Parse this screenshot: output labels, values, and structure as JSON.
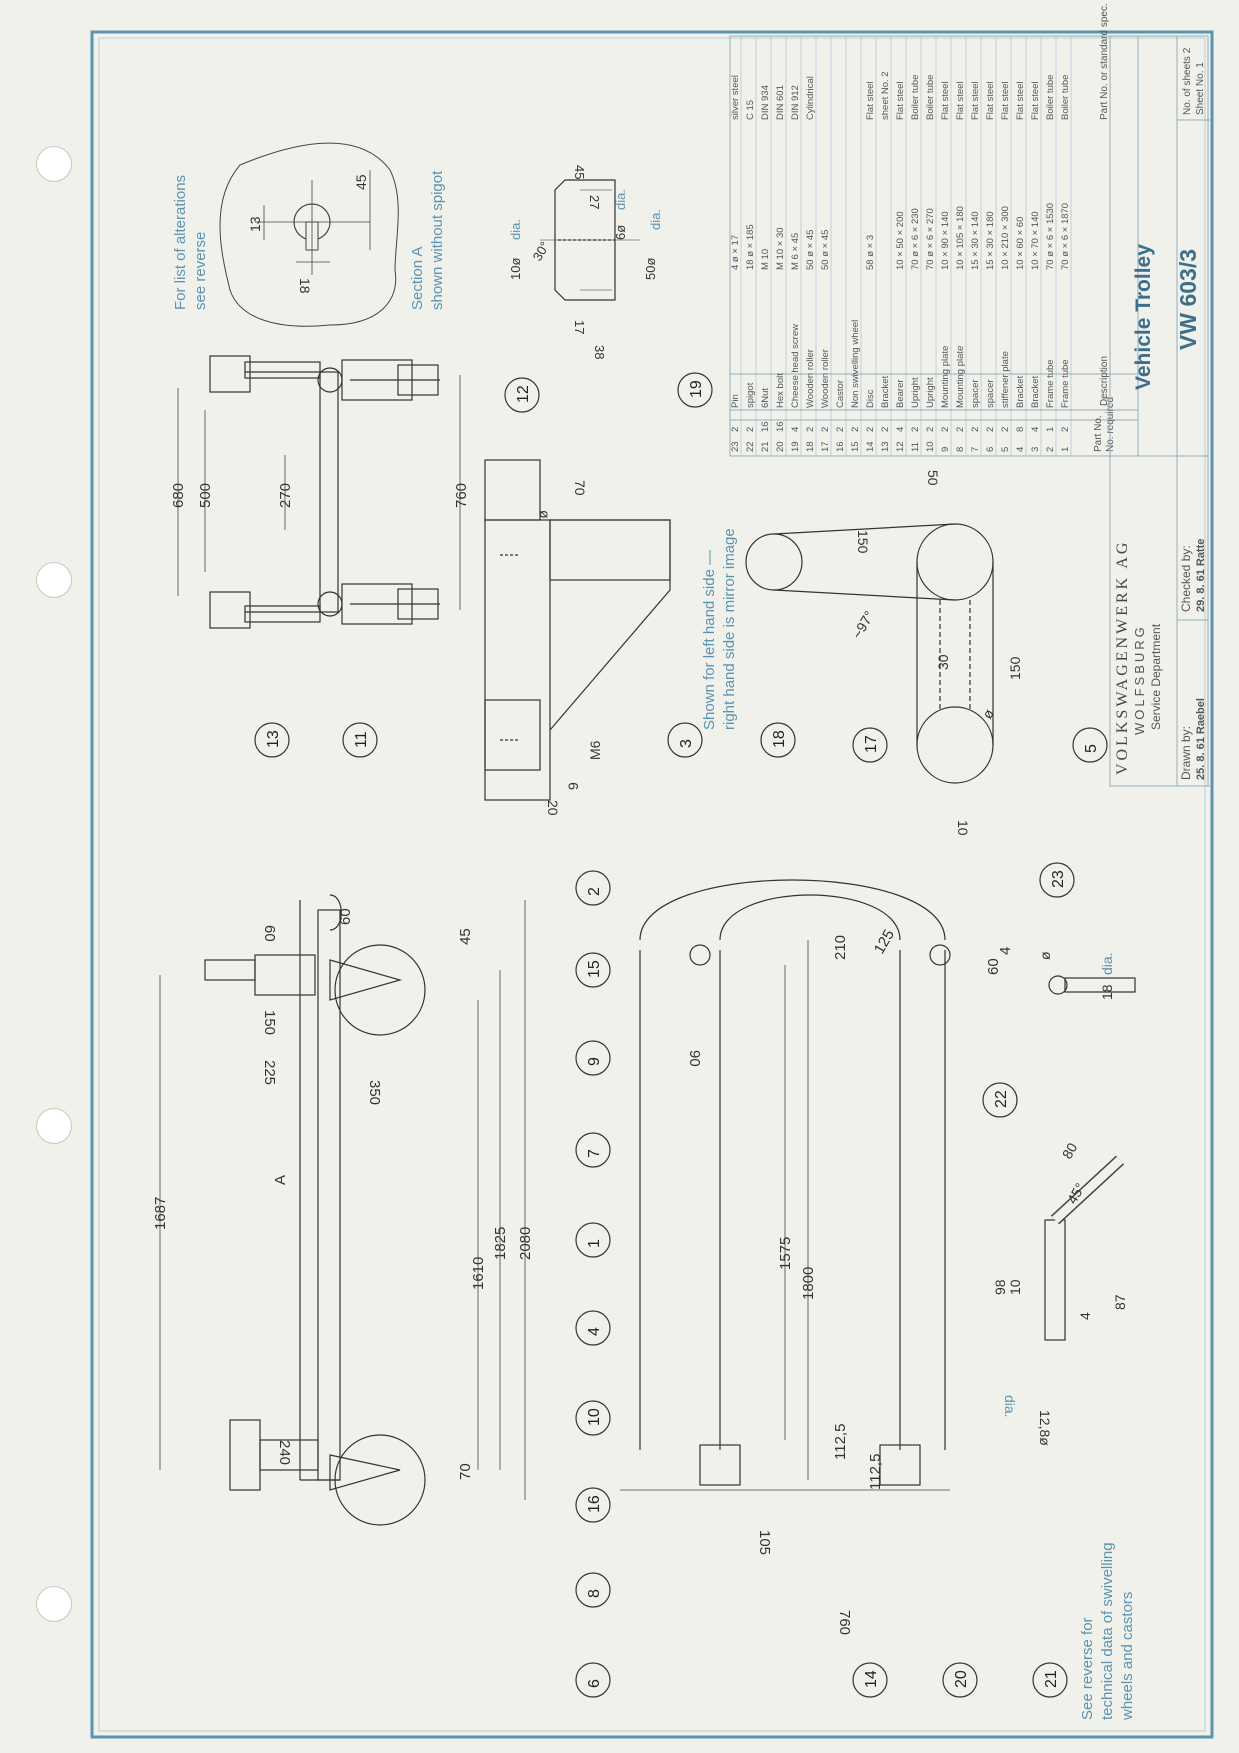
{
  "title_block": {
    "company": "VOLKSWAGENWERK AG",
    "city": "WOLFSBURG",
    "department": "Service Department",
    "title": "Vehicle Trolley",
    "number": "VW 603/3",
    "drawn_label": "Drawn by:",
    "drawn_value": "25. 8. 61 Raebel",
    "checked_label": "Checked by:",
    "checked_value": "29. 8. 61 Ratte",
    "sheets_label": "No. of sheets 2",
    "sheet_no_label": "Sheet No. 1"
  },
  "parts_header": {
    "part_no": "Part No.",
    "no_required": "No. required",
    "description": "Description",
    "part_spec": "Part No. or standard spec."
  },
  "parts": [
    {
      "part": "23",
      "qty": "2",
      "desc": "Pin",
      "dims": "4 ø × 17",
      "spec": "silver steel"
    },
    {
      "part": "22",
      "qty": "2",
      "desc": "spigot",
      "dims": "18 ø × 185",
      "spec": "C 15"
    },
    {
      "part": "21",
      "qty": "16",
      "desc": "6Nut",
      "dims": "M 10",
      "spec": "DIN 934"
    },
    {
      "part": "20",
      "qty": "16",
      "desc": "Hex bolt",
      "dims": "M 10 × 30",
      "spec": "DIN 601"
    },
    {
      "part": "19",
      "qty": "4",
      "desc": "Cheese head screw",
      "dims": "M 6 × 45",
      "spec": "DIN 912"
    },
    {
      "part": "18",
      "qty": "2",
      "desc": "Wooden roller",
      "dims": "50 ø × 45",
      "spec": "Cylindrical"
    },
    {
      "part": "17",
      "qty": "2",
      "desc": "Wooden roller",
      "dims": "50 ø × 45",
      "spec": ""
    },
    {
      "part": "16",
      "qty": "2",
      "desc": "Castor",
      "dims": "",
      "spec": ""
    },
    {
      "part": "15",
      "qty": "2",
      "desc": "Non swivelling wheel",
      "dims": "",
      "spec": ""
    },
    {
      "part": "14",
      "qty": "2",
      "desc": "Disc",
      "dims": "58 ø × 3",
      "spec": "Flat steel"
    },
    {
      "part": "13",
      "qty": "2",
      "desc": "Bracket",
      "dims": "",
      "spec": "sheet No. 2"
    },
    {
      "part": "12",
      "qty": "4",
      "desc": "Bearer",
      "dims": "10 × 50 × 200",
      "spec": "Flat steel"
    },
    {
      "part": "11",
      "qty": "2",
      "desc": "Upright",
      "dims": "70 ø × 6 × 230",
      "spec": "Boiler tube"
    },
    {
      "part": "10",
      "qty": "2",
      "desc": "Upright",
      "dims": "70 ø × 6 × 270",
      "spec": "Boiler tube"
    },
    {
      "part": "9",
      "qty": "2",
      "desc": "Mounting plate",
      "dims": "10 × 90 × 140",
      "spec": "Flat steel"
    },
    {
      "part": "8",
      "qty": "2",
      "desc": "Mounting plate",
      "dims": "10 × 105 × 180",
      "spec": "Flat steel"
    },
    {
      "part": "7",
      "qty": "2",
      "desc": "spacer",
      "dims": "15 × 30 × 140",
      "spec": "Flat steel"
    },
    {
      "part": "6",
      "qty": "2",
      "desc": "spacer",
      "dims": "15 × 30 × 180",
      "spec": "Flat steel"
    },
    {
      "part": "5",
      "qty": "2",
      "desc": "stiffener plate",
      "dims": "10 × 210 × 300",
      "spec": "Flat steel"
    },
    {
      "part": "4",
      "qty": "8",
      "desc": "Bracket",
      "dims": "10 × 60 × 60",
      "spec": "Flat steel"
    },
    {
      "part": "3",
      "qty": "4",
      "desc": "Bracket",
      "dims": "10 × 70 × 140",
      "spec": "Flat steel"
    },
    {
      "part": "2",
      "qty": "1",
      "desc": "Frame tube",
      "dims": "70 ø × 6 × 1530",
      "spec": "Boiler tube"
    },
    {
      "part": "1",
      "qty": "2",
      "desc": "Frame tube",
      "dims": "70 ø × 6 × 1870",
      "spec": "Boiler tube"
    }
  ],
  "notes": {
    "alterations": [
      "For list of alterations",
      "see reverse"
    ],
    "section_a": [
      "Section A",
      "shown without spigot"
    ],
    "left_hand": [
      "Shown for left hand side —",
      "right hand side is mirror image"
    ],
    "technical": [
      "See reverse for",
      "technical data of swivelling",
      "wheels and castors"
    ]
  },
  "dimensions": {
    "side_view": [
      "1687",
      "225",
      "150",
      "60",
      "60",
      "45",
      "350",
      "240",
      "70",
      "1610",
      "1825",
      "2080",
      "A"
    ],
    "end_view": [
      "680",
      "500",
      "270",
      "760"
    ],
    "section": [
      "13",
      "18",
      "45"
    ],
    "detail19": [
      "10ø",
      "dia.",
      "30°",
      "6ø",
      "dia.",
      "50ø",
      "dia.",
      "17",
      "27",
      "38",
      "45"
    ],
    "detail3": [
      "70",
      "ø",
      "M6",
      "9",
      "20"
    ],
    "detail18": [
      "150",
      "50",
      "~97°",
      "30",
      "150",
      "ø",
      "10"
    ],
    "plan_view": [
      "1575",
      "1800",
      "210",
      "125",
      "60",
      "4",
      "90",
      "112,5",
      "112,5",
      "760",
      "105"
    ],
    "detail22": [
      "80",
      "45°",
      "98",
      "10",
      "4",
      "87",
      "12,8ø",
      "dia."
    ],
    "detail23": [
      "ø",
      "dia.",
      "18"
    ]
  },
  "balloons": [
    "13",
    "11",
    "12",
    "19",
    "3",
    "18",
    "17",
    "5",
    "2",
    "15",
    "9",
    "7",
    "1",
    "4",
    "10",
    "16",
    "8",
    "6",
    "23",
    "22",
    "14",
    "20",
    "21"
  ]
}
